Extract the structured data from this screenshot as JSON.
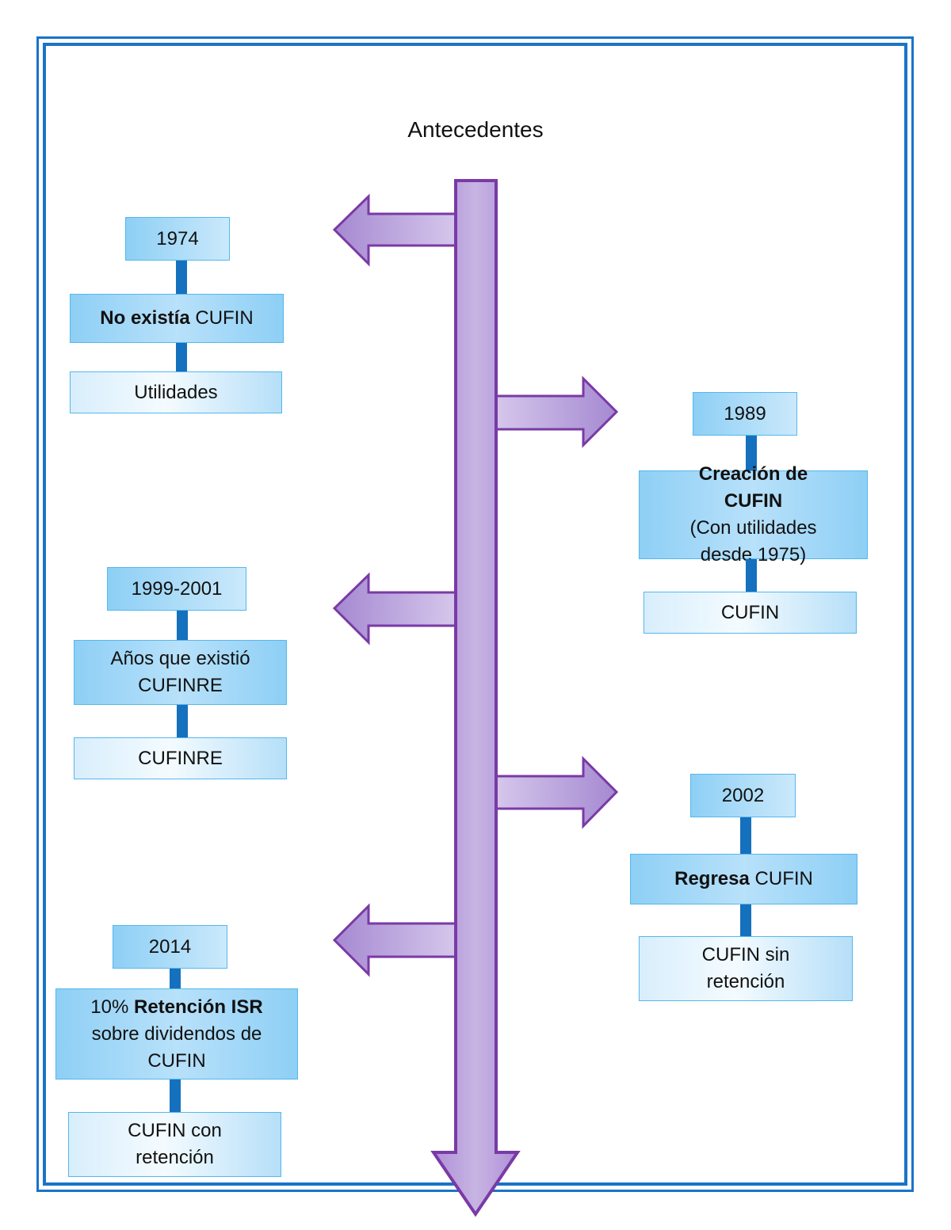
{
  "title": "Antecedentes",
  "colors": {
    "frame": "#1a73c9",
    "timeline_fill": "#b9a2d9",
    "timeline_stroke": "#7a3aa6",
    "box_border": "#55b7ee",
    "connector": "#1570be"
  },
  "events": [
    {
      "year": "1974",
      "desc_bold": "No existía",
      "desc_text": " CUFIN",
      "note": "Utilidades"
    },
    {
      "year": "1989",
      "desc_bold": "Creación de CUFIN",
      "desc_text": "(Con utilidades desde 1975)",
      "note": "CUFIN"
    },
    {
      "year": "1999-2001",
      "desc_bold": "",
      "desc_text": "Años que existió CUFINRE",
      "note": "CUFINRE"
    },
    {
      "year": "2002",
      "desc_bold": "Regresa",
      "desc_text": " CUFIN",
      "note": "CUFIN sin retención"
    },
    {
      "year": "2014",
      "desc_pre": "10% ",
      "desc_bold": "Retención ISR",
      "desc_text": "sobre dividendos de CUFIN",
      "note": "CUFIN con retención"
    }
  ]
}
